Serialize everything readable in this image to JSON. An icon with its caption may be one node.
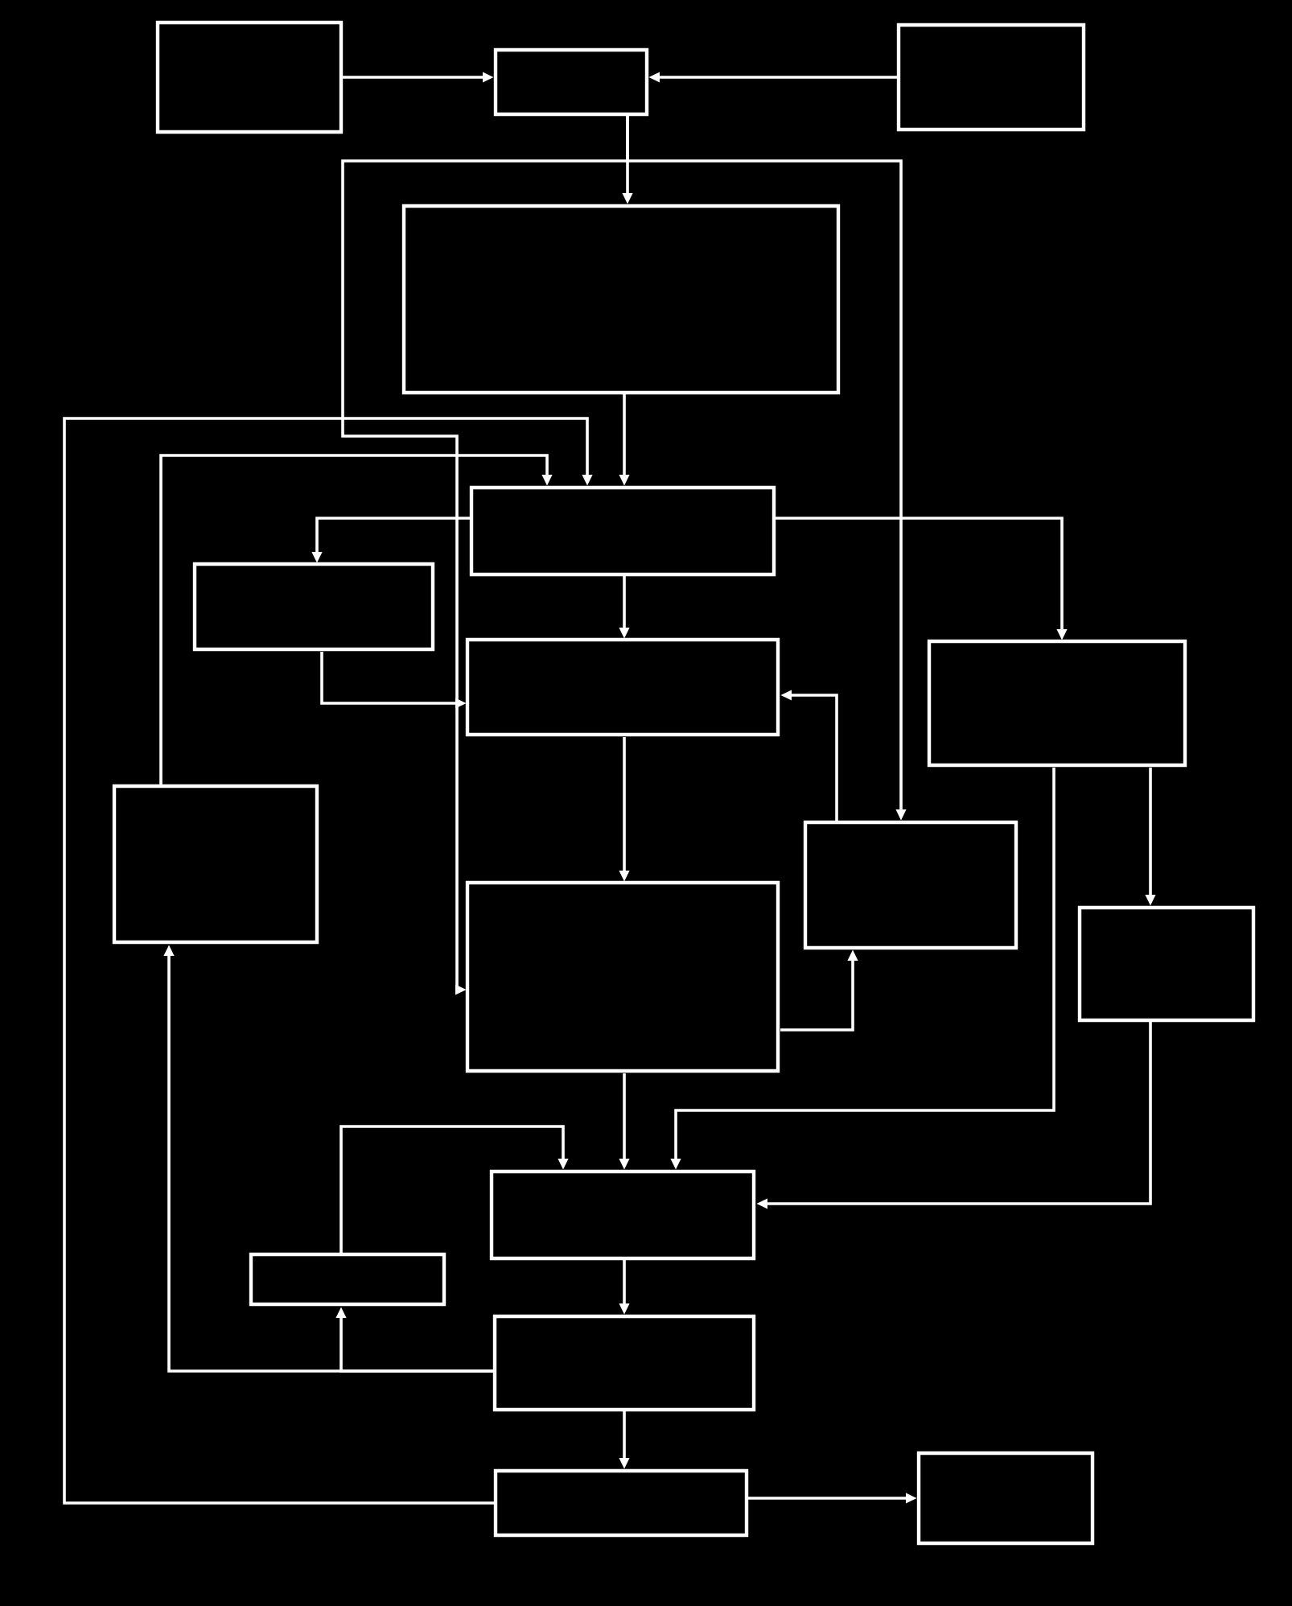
{
  "diagram": {
    "nodes": [
      {
        "text": [],
        "shape": "box"
      },
      {
        "text": [],
        "shape": "box"
      },
      {
        "text": [],
        "shape": "box"
      },
      {
        "text": [],
        "shape": "box"
      },
      {
        "text": [],
        "shape": "box"
      },
      {
        "text": [],
        "shape": "box"
      },
      {
        "text": [],
        "shape": "box"
      },
      {
        "text": [],
        "shape": "box"
      },
      {
        "text": [],
        "shape": "box"
      },
      {
        "text": [],
        "shape": "box"
      },
      {
        "text": [],
        "shape": "box"
      },
      {
        "text": [],
        "shape": "box"
      },
      {
        "text": [],
        "shape": "box"
      },
      {
        "text": [],
        "shape": "box"
      },
      {
        "text": [],
        "shape": "box"
      },
      {
        "text": [],
        "shape": "box"
      },
      {
        "text": [],
        "shape": "box"
      }
    ],
    "edges": [
      {
        "from": 0,
        "to": 1,
        "arrow": "to"
      },
      {
        "from": 2,
        "to": 1,
        "arrow": "to"
      },
      {
        "from": 1,
        "to": 3,
        "arrow": "to"
      },
      {
        "from": 3,
        "to": 4,
        "arrow": "to"
      },
      {
        "from": 4,
        "to": 6,
        "arrow": "to"
      },
      {
        "from": 6,
        "to": 9,
        "arrow": "to"
      },
      {
        "from": 9,
        "to": 12,
        "arrow": "to"
      },
      {
        "from": 12,
        "to": 14,
        "arrow": "to"
      },
      {
        "from": 14,
        "to": 15,
        "arrow": "to"
      },
      {
        "from": 15,
        "to": 16,
        "arrow": "to"
      },
      {
        "from": 1,
        "to": 9,
        "arrow": "to"
      },
      {
        "from": 1,
        "to": 10,
        "arrow": "to"
      },
      {
        "from": 4,
        "to": 5,
        "arrow": "to"
      },
      {
        "from": 4,
        "to": 7,
        "arrow": "to"
      },
      {
        "from": 5,
        "to": 6,
        "arrow": "to"
      },
      {
        "from": 15,
        "to": 4,
        "arrow": "to"
      },
      {
        "from": 8,
        "to": 4,
        "arrow": "to"
      },
      {
        "from": 14,
        "to": 8,
        "arrow": "to"
      },
      {
        "from": 14,
        "to": 13,
        "arrow": "to"
      },
      {
        "from": 13,
        "to": 12,
        "arrow": "to"
      },
      {
        "from": 7,
        "to": 12,
        "arrow": "to"
      },
      {
        "from": 7,
        "to": 11,
        "arrow": "to"
      },
      {
        "from": 11,
        "to": 12,
        "arrow": "to"
      },
      {
        "from": 10,
        "to": 6,
        "arrow": "to"
      },
      {
        "from": 9,
        "to": 10,
        "arrow": "to"
      }
    ]
  }
}
